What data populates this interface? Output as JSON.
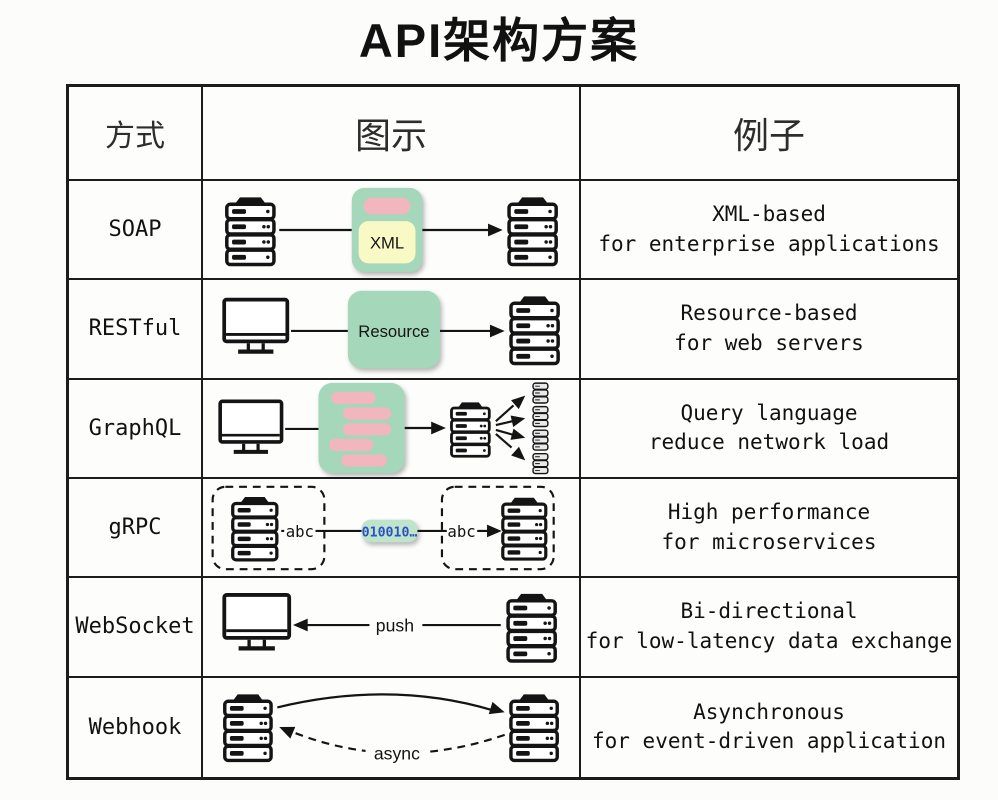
{
  "page": {
    "title": "API架构方案"
  },
  "colors": {
    "green": "#a5d7ba",
    "pink": "#f2b6bf",
    "yellow": "#f9f9c5",
    "pill_green": "#bfe3cb",
    "binary_blue": "#2a52c4",
    "line_black": "#141414"
  },
  "table": {
    "headers": {
      "method": "方式",
      "diagram": "图示",
      "example": "例子"
    },
    "rows": [
      {
        "method": "SOAP",
        "example_line1": "XML-based",
        "example_line2": "for enterprise applications",
        "labels": {
          "xml": "XML"
        }
      },
      {
        "method": "RESTful",
        "example_line1": "Resource-based",
        "example_line2": "for web servers",
        "labels": {
          "resource": "Resource"
        }
      },
      {
        "method": "GraphQL",
        "example_line1": "Query language",
        "example_line2": "reduce network load",
        "labels": {}
      },
      {
        "method": "gRPC",
        "example_line1": "High performance",
        "example_line2": "for microservices",
        "labels": {
          "abc_left": "abc",
          "binary": "010010…",
          "abc_right": "abc"
        }
      },
      {
        "method": "WebSocket",
        "example_line1": "Bi-directional",
        "example_line2": "for low-latency data exchange",
        "labels": {
          "push": "push"
        }
      },
      {
        "method": "Webhook",
        "example_line1": "Asynchronous",
        "example_line2": "for event-driven application",
        "labels": {
          "async": "async"
        }
      }
    ]
  }
}
